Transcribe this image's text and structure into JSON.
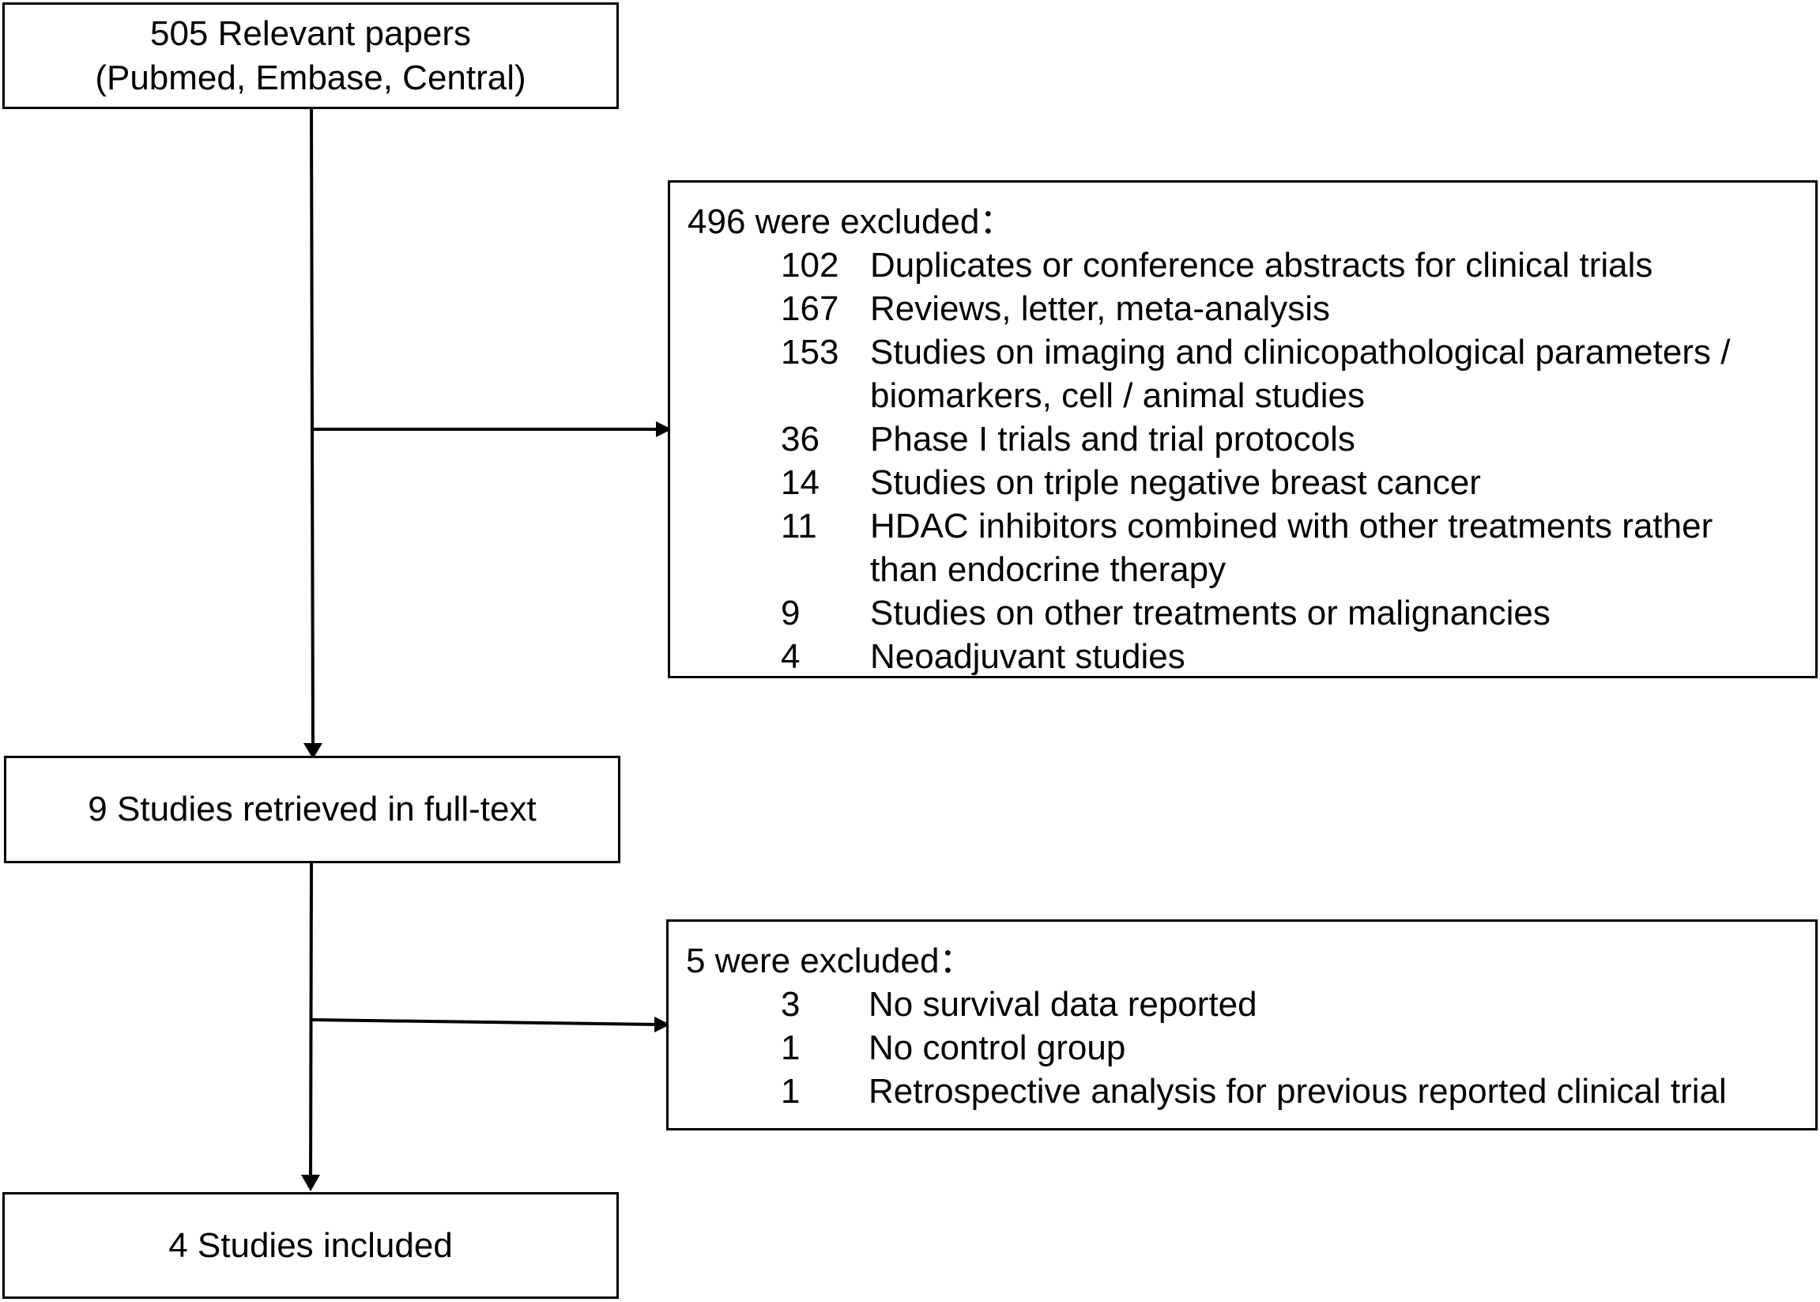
{
  "flow": {
    "identified": {
      "line1": "505 Relevant papers",
      "line2": "(Pubmed, Embase, Central)"
    },
    "exclusion_1": {
      "header": "496 were excluded：",
      "items": [
        {
          "count": "102",
          "reason_line1": "Duplicates or conference abstracts for clinical trials",
          "reason_line2": ""
        },
        {
          "count": "167",
          "reason_line1": "Reviews, letter, meta-analysis",
          "reason_line2": ""
        },
        {
          "count": "153",
          "reason_line1": "Studies on imaging and clinicopathological parameters /",
          "reason_line2": "biomarkers, cell / animal studies"
        },
        {
          "count": "36",
          "reason_line1": "Phase I trials and trial protocols",
          "reason_line2": ""
        },
        {
          "count": "14",
          "reason_line1": "Studies on triple negative breast cancer",
          "reason_line2": ""
        },
        {
          "count": "11",
          "reason_line1": "HDAC inhibitors combined with other treatments rather",
          "reason_line2": "than endocrine therapy"
        },
        {
          "count": "9",
          "reason_line1": "Studies on other treatments or malignancies",
          "reason_line2": ""
        },
        {
          "count": "4",
          "reason_line1": "Neoadjuvant studies",
          "reason_line2": ""
        }
      ]
    },
    "retrieved": {
      "text": "9 Studies retrieved in full-text"
    },
    "exclusion_2": {
      "header": "5 were excluded：",
      "items": [
        {
          "count": "3",
          "reason_line1": "No survival data reported"
        },
        {
          "count": "1",
          "reason_line1": "No control group"
        },
        {
          "count": "1",
          "reason_line1": "Retrospective analysis for previous reported clinical trial"
        }
      ]
    },
    "included": {
      "text": "4 Studies included"
    }
  }
}
